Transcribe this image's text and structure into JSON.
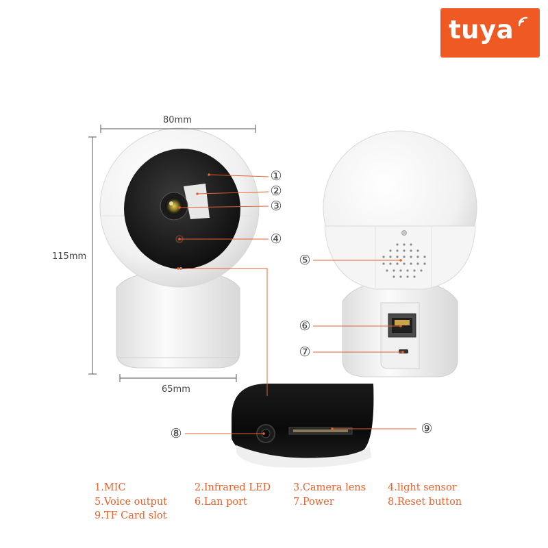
{
  "brand": {
    "name": "tuya",
    "color": "#ef5a24"
  },
  "dimensions": {
    "width_top": "80mm",
    "height": "115mm",
    "width_base": "65mm"
  },
  "callout_numbers": [
    "①",
    "②",
    "③",
    "④",
    "⑤",
    "⑥",
    "⑦",
    "⑧",
    "⑨"
  ],
  "legend": {
    "items": [
      "1.MIC",
      "2.Infrared LED",
      "3.Camera lens",
      "4.light sensor",
      "5.Voice output",
      "6.Lan port",
      "7.Power",
      "8.Reset button",
      "9.TF Card slot"
    ],
    "color": "#e8612c"
  },
  "accent_line_color": "#e8612c"
}
